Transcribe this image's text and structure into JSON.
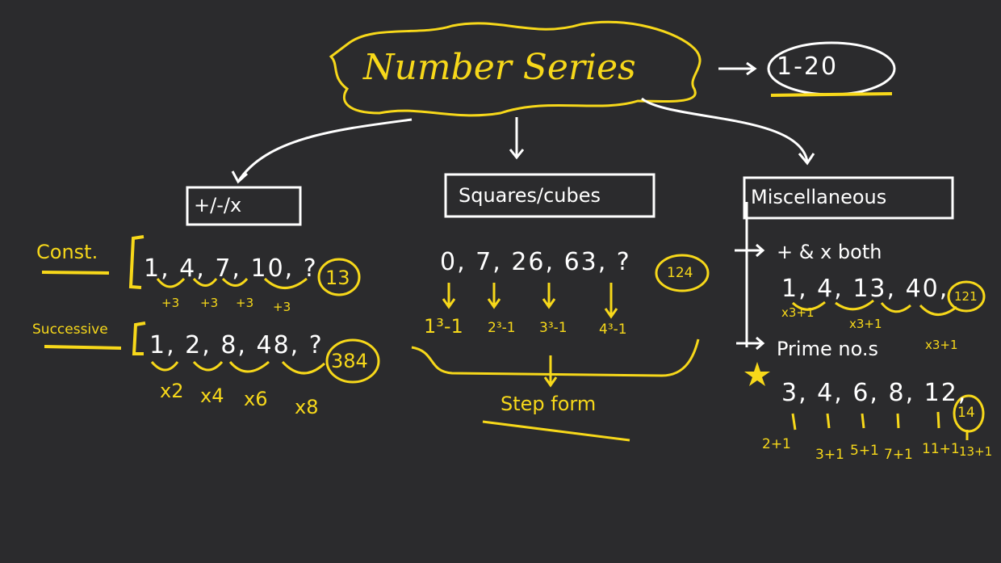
{
  "title": "Number Series",
  "question_range": "1-20",
  "colors": {
    "background": "#2b2b2d",
    "ink": "#ffffff",
    "highlight": "#f7d81a"
  },
  "branches": [
    {
      "label": "+/-/x",
      "rows": [
        {
          "tag": "Const.",
          "series": "1, 4, 7, 10, ?",
          "answer": "13",
          "steps": [
            "+3",
            "+3",
            "+3",
            "+3"
          ]
        },
        {
          "tag": "Successive",
          "series": "1, 2, 8, 48, ?",
          "answer": "384",
          "steps": [
            "x2",
            "x4",
            "x6",
            "x8"
          ]
        }
      ]
    },
    {
      "label": "Squares/cubes",
      "series": "0, 7, 26, 63, ?",
      "answer": "124",
      "terms": [
        "1³-1",
        "2³-1",
        "3³-1",
        "4³-1"
      ],
      "note": "Step form"
    },
    {
      "label": "Miscellaneous",
      "subtypes": [
        {
          "label": "+ & x both",
          "series": "1, 4, 13, 40,",
          "answer": "121",
          "steps": [
            "x3+1",
            "x3+1",
            "x3+1"
          ]
        },
        {
          "label": "Prime no.s",
          "series": "3, 4, 6, 8, 12,",
          "answer": "14",
          "terms": [
            "2+1",
            "3+1",
            "5+1",
            "7+1",
            "11+1",
            "13+1"
          ]
        }
      ]
    }
  ]
}
